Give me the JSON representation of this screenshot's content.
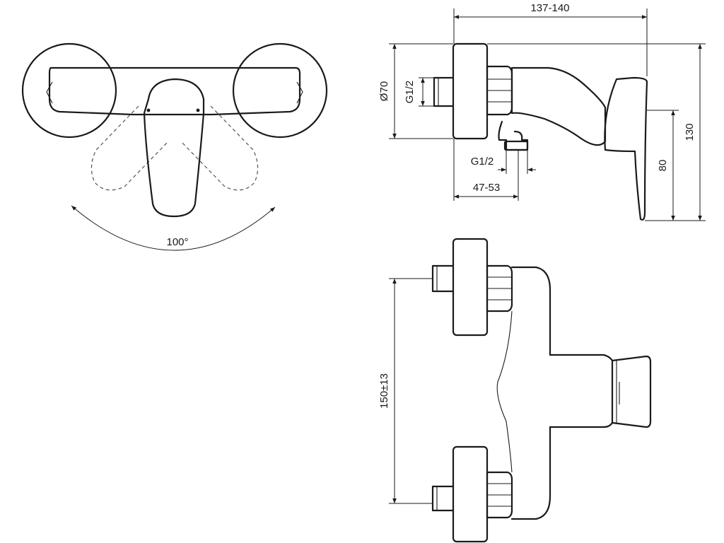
{
  "drawing": {
    "top_view": {
      "angle_label": "100°"
    },
    "side_view": {
      "depth_label": "137-140",
      "flange_diameter_label": "Ø70",
      "inlet_thread_label": "G1/2",
      "outlet_thread_label": "G1/2",
      "outlet_offset_label": "47-53",
      "total_height_label": "130",
      "lever_height_label": "80"
    },
    "front_view": {
      "inlet_spacing_label": "150±13"
    }
  }
}
